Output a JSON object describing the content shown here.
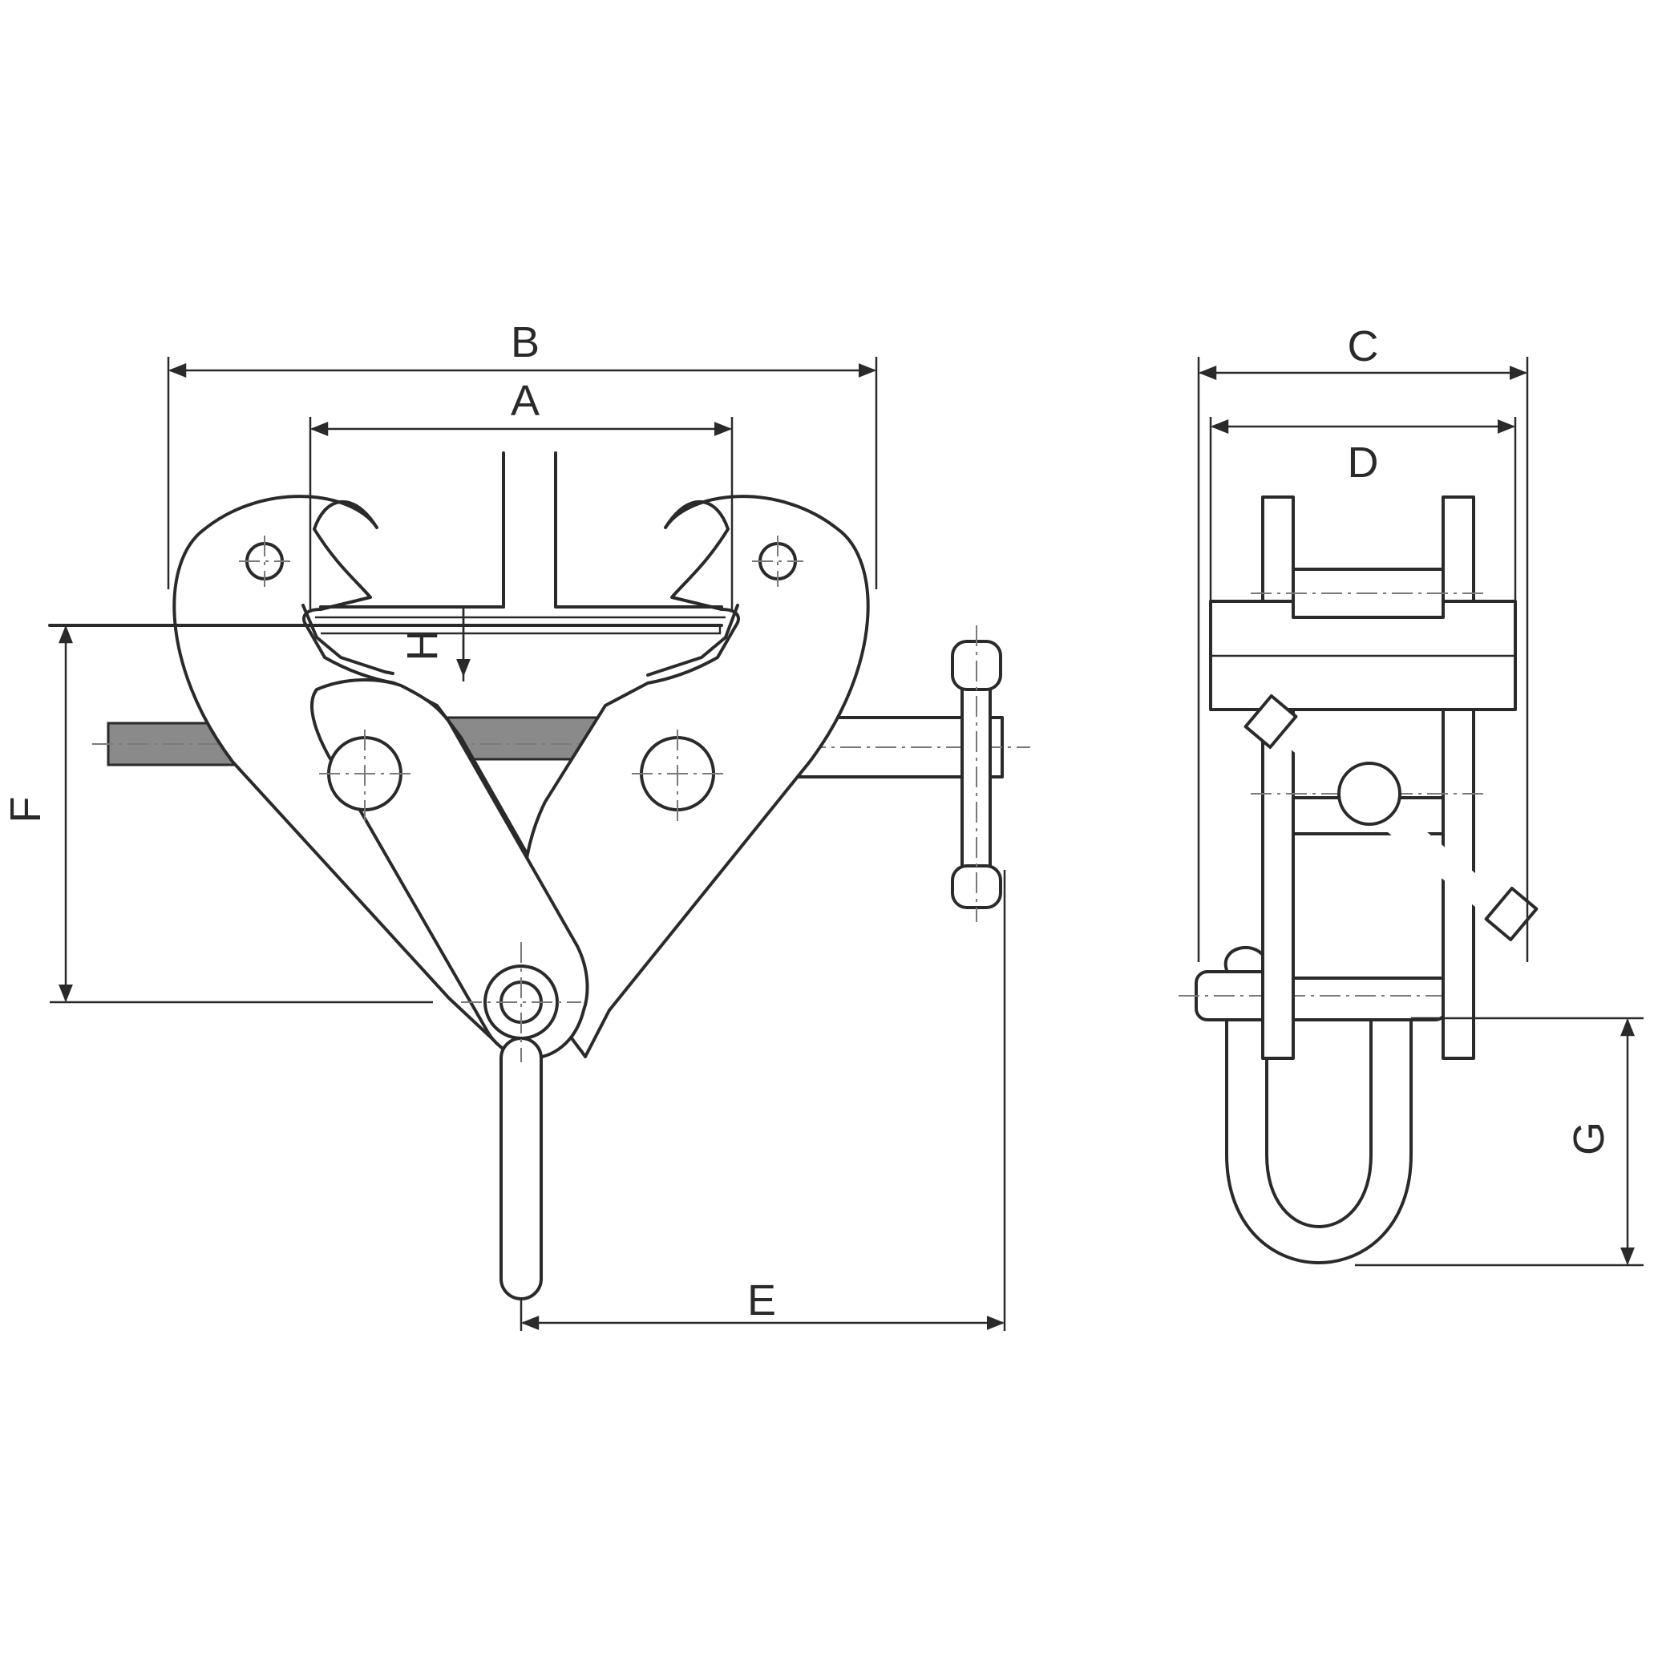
{
  "labels": {
    "A": "A",
    "B": "B",
    "C": "C",
    "D": "D",
    "E": "E",
    "F": "F",
    "G": "G",
    "H": "H"
  },
  "colors": {
    "line": "#2a2a2a",
    "centerline": "#7a7a7a",
    "thread": "#8a8a8a",
    "background": "#ffffff"
  }
}
